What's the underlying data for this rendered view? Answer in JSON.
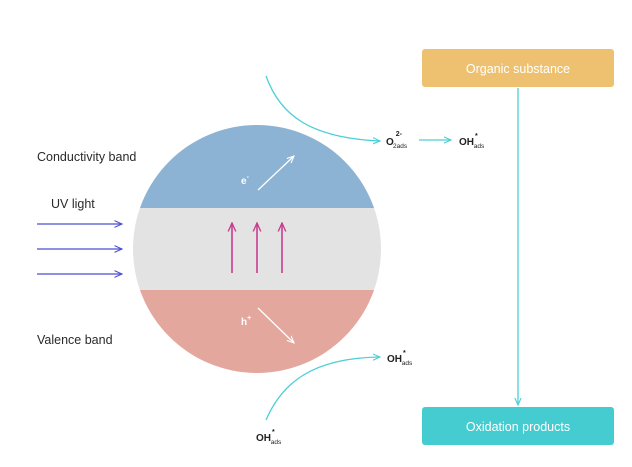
{
  "labels": {
    "conduction_band": "Conductivity band",
    "uv_light": "UV light",
    "valence_band": "Valence band"
  },
  "boxes": {
    "organic": "Organic substance",
    "oxidation": "Oxidation products"
  },
  "carriers": {
    "electron": {
      "base": "e",
      "sup": "-"
    },
    "hole": {
      "base": "h",
      "sup": "+"
    }
  },
  "species": {
    "superoxide": {
      "base": "O",
      "sup": "2-",
      "sub": "2ads"
    },
    "hydroxyl_top": {
      "base": "OH",
      "sup": "*",
      "sub": "ads"
    },
    "hydroxyl_right": {
      "base": "OH",
      "sup": "*",
      "sub": "ads"
    },
    "hydroxyl_bottom": {
      "base": "OH",
      "sup": "*",
      "sub": "ads"
    }
  },
  "colors": {
    "conduction_band": "#8cb3d3",
    "band_gap": "#e3e3e3",
    "valence_band": "#e3a79e",
    "organic_box": "#eec170",
    "oxidation_box": "#45ccd0",
    "reaction_arrow": "#4ccfd6",
    "uv_arrow": "#4a4fd0",
    "excitation_arrow": "#c83c8e"
  }
}
